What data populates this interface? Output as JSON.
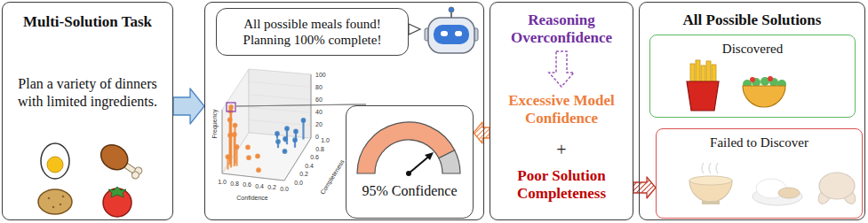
{
  "diagram": {
    "nodes": [
      {
        "text": [
          "Multi-Solution Task",
          "Plan a variety of dinners with limited ingredients."
        ]
      },
      {
        "text": []
      },
      {
        "text": [
          "All possible meals found! Planning 100% complete!"
        ],
        "in": 1
      },
      {
        "text": [
          "95% Confidence"
        ],
        "in": 1
      },
      {
        "text": [
          "Reasoning Overconfidence",
          "Excessive Model Confidence",
          "+",
          "Poor Solution Completeness"
        ]
      },
      {
        "text": [
          "All Possible Solutions"
        ]
      },
      {
        "text": [
          "Discovered"
        ],
        "in": 5
      },
      {
        "text": [
          "Failed to Discover"
        ],
        "in": 5
      }
    ],
    "edges": [
      {
        "from": 0,
        "to": 1,
        "arrow": "to"
      },
      {
        "from": 4,
        "to": 3,
        "arrow": "to"
      },
      {
        "from": 4,
        "to": 7,
        "arrow": "to"
      }
    ],
    "labels": [
      "Frequency",
      "100",
      "80",
      "60",
      "40",
      "20",
      "0",
      "1.0",
      "0.8",
      "0.6",
      "0.4",
      "0.2",
      "0.0",
      "Confidence",
      "0.0",
      "0.2",
      "0.4",
      "0.6",
      "0.8",
      "1.0",
      "Completeness"
    ]
  }
}
